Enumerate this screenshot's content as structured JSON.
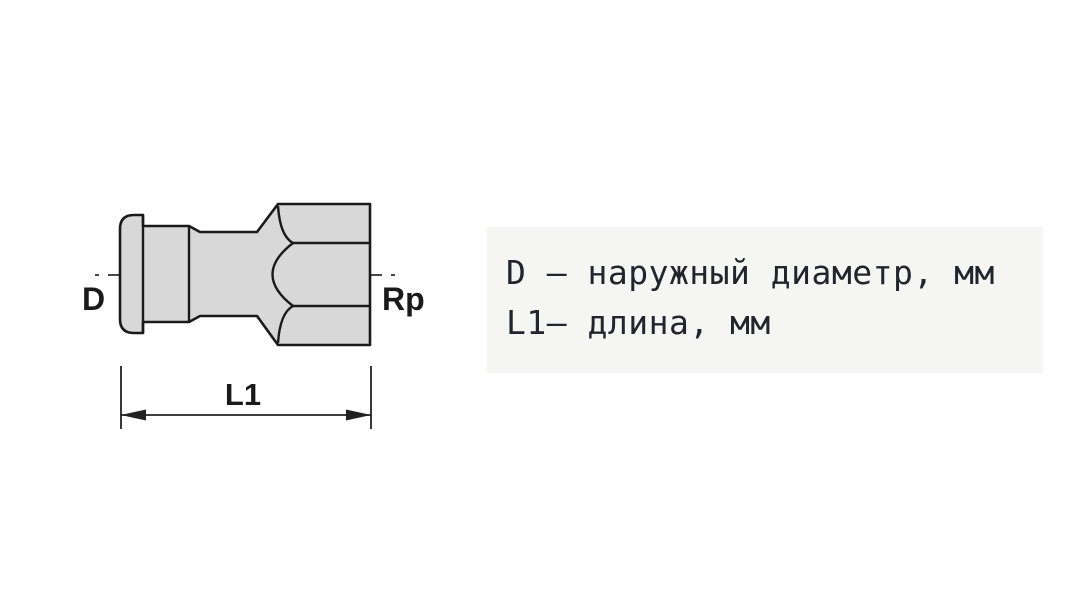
{
  "colors": {
    "background": "#ffffff",
    "panel_bg": "#f5f5f3",
    "fitting_fill": "#d8d8d8",
    "line_color": "#1a1a1a",
    "text_color": "#22252c"
  },
  "diagram": {
    "outer_diameter_label": "D",
    "thread_label": "Rp",
    "length_label": "L1"
  },
  "legend": {
    "line1": "D – наружный диаметр, мм",
    "line2": "L1– длина, мм"
  }
}
